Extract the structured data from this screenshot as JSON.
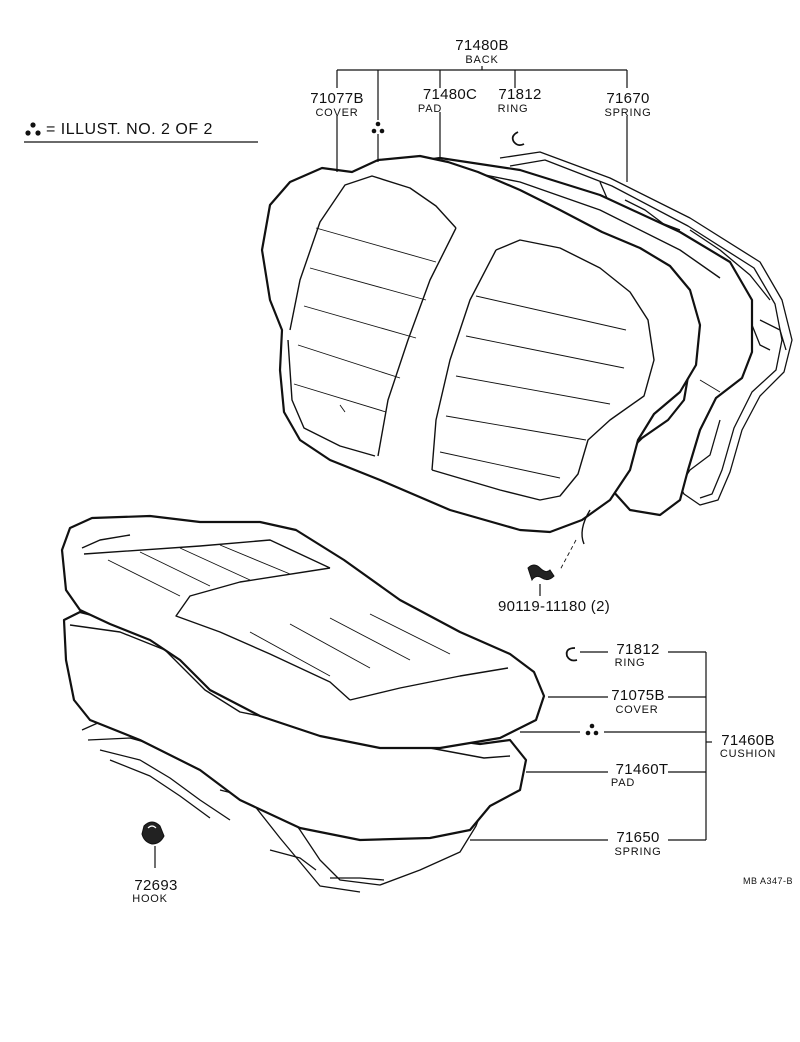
{
  "legend": {
    "symbol": "∴",
    "text": "= ILLUST.  NO. 2 OF 2"
  },
  "drawing_ref": "MB  A347-B",
  "back_group": {
    "part_no": "71480B",
    "name": "BACK",
    "parts": [
      {
        "id": "back-cover",
        "part_no": "71077B",
        "name": "COVER"
      },
      {
        "id": "back-pad",
        "part_no": "71480C",
        "name": "PAD"
      },
      {
        "id": "back-ring",
        "part_no": "71812",
        "name": "RING"
      },
      {
        "id": "back-spring",
        "part_no": "71670",
        "name": "SPRING"
      }
    ]
  },
  "clip": {
    "part_no": "90119-11180 (2)"
  },
  "cushion_group": {
    "part_no": "71460B",
    "name": "CUSHION",
    "parts": [
      {
        "id": "cushion-ring",
        "part_no": "71812",
        "name": "RING"
      },
      {
        "id": "cushion-cover",
        "part_no": "71075B",
        "name": "COVER"
      },
      {
        "id": "cushion-pad",
        "part_no": "71460T",
        "name": "PAD"
      },
      {
        "id": "cushion-spring",
        "part_no": "71650",
        "name": "SPRING"
      }
    ]
  },
  "hook": {
    "part_no": "72693",
    "name": "HOOK"
  },
  "icons": {
    "illustration_mark": "three-dot-triangle-icon",
    "ring": "c-ring-icon",
    "clip": "clip-icon",
    "hook": "hook-icon"
  }
}
